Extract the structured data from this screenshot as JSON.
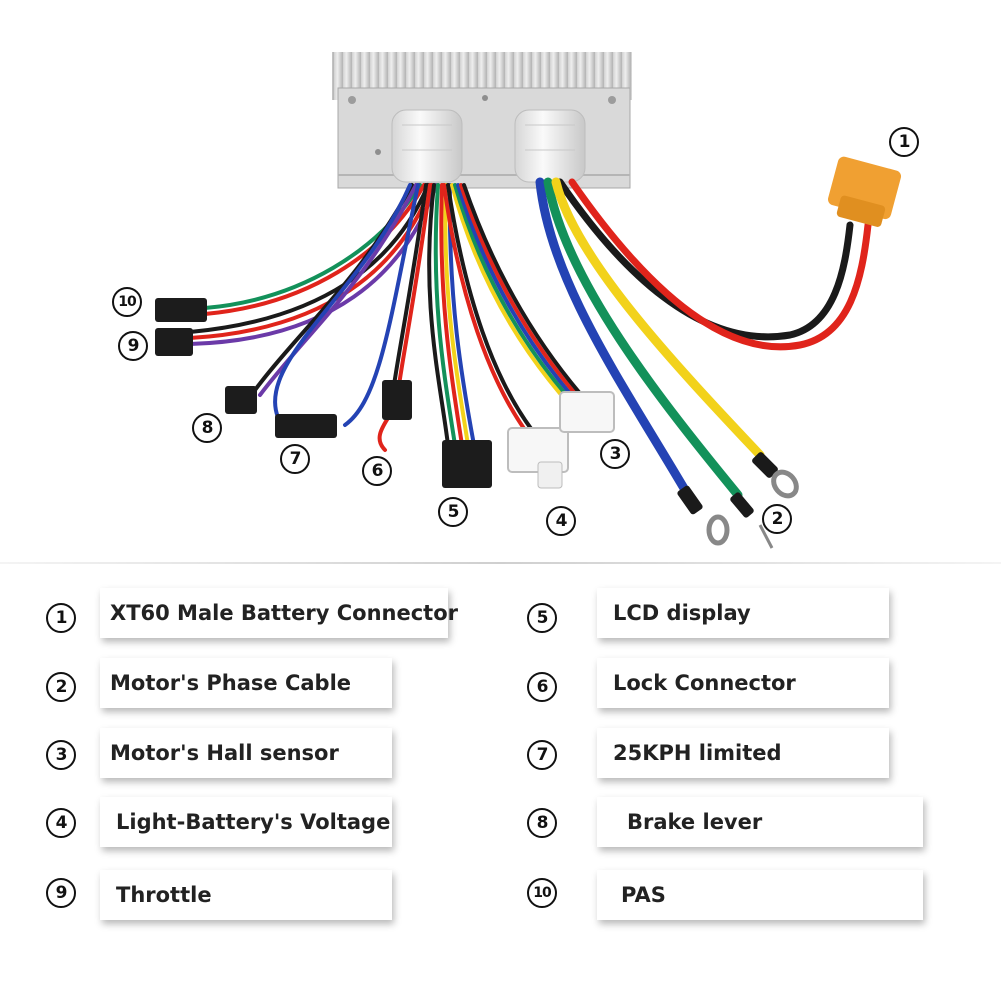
{
  "callouts": [
    {
      "n": "1",
      "label": "XT60 Male Battery Connector"
    },
    {
      "n": "2",
      "label": "Motor's Phase Cable"
    },
    {
      "n": "3",
      "label": "Motor's Hall sensor"
    },
    {
      "n": "4",
      "label": "Light-Battery's Voltage"
    },
    {
      "n": "5",
      "label": "LCD display"
    },
    {
      "n": "6",
      "label": "Lock Connector"
    },
    {
      "n": "7",
      "label": "25KPH limited"
    },
    {
      "n": "8",
      "label": "Brake lever"
    },
    {
      "n": "9",
      "label": "Throttle"
    },
    {
      "n": "10",
      "label": "PAS"
    }
  ],
  "colors": {
    "red": "#e0241b",
    "black": "#1a1a1a",
    "yellow": "#f2d21b",
    "green": "#13915a",
    "blue": "#2443b4",
    "purple": "#6b3aa8",
    "connector_orange": "#f0a032",
    "housing_silver": "#d8d8d8"
  }
}
